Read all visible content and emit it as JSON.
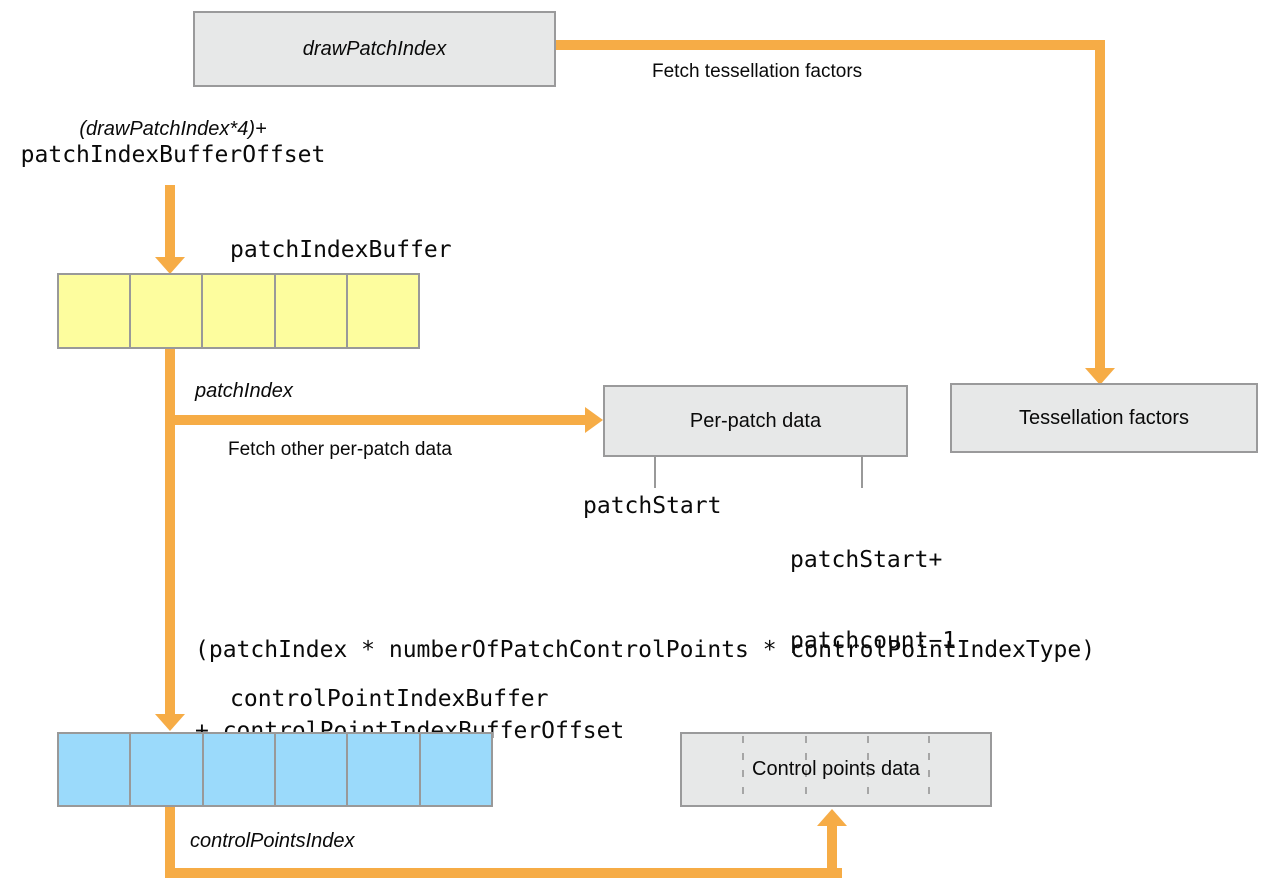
{
  "colors": {
    "arrow_orange": "#f6ac46",
    "node_fill": "#e7e8e8",
    "node_border": "#9a9a9b",
    "buffer_yellow": "#fdfd9e",
    "buffer_blue": "#9bdafb",
    "grid_gray": "#999999"
  },
  "nodes": {
    "draw_patch_index": {
      "label": "drawPatchIndex"
    },
    "tessellation_factors": {
      "label": "Tessellation factors"
    },
    "per_patch_data": {
      "label": "Per-patch data"
    },
    "control_points_data": {
      "label": "Control points data"
    }
  },
  "buffers": {
    "patch_index_buffer": {
      "label": "patchIndexBuffer",
      "cells": 5
    },
    "control_point_index_buffer": {
      "label": "controlPointIndexBuffer",
      "cells": 6
    }
  },
  "edge_labels": {
    "fetch_tessellation_factors": "Fetch tessellation factors",
    "patch_index": "patchIndex",
    "fetch_other_per_patch_data": "Fetch other per-patch data",
    "control_points_index": "controlPointsIndex"
  },
  "annotations": {
    "draw_offset_line1": "(drawPatchIndex*4)+",
    "draw_offset_line2": "patchIndexBufferOffset",
    "patch_start": "patchStart",
    "patch_start_plus_line1": "patchStart+",
    "patch_start_plus_line2": "patchcount−1",
    "cp_formula_line1": "(patchIndex * numberOfPatchControlPoints * controlPointIndexType)",
    "cp_formula_line2": "+ controlPointIndexBufferOffset"
  }
}
